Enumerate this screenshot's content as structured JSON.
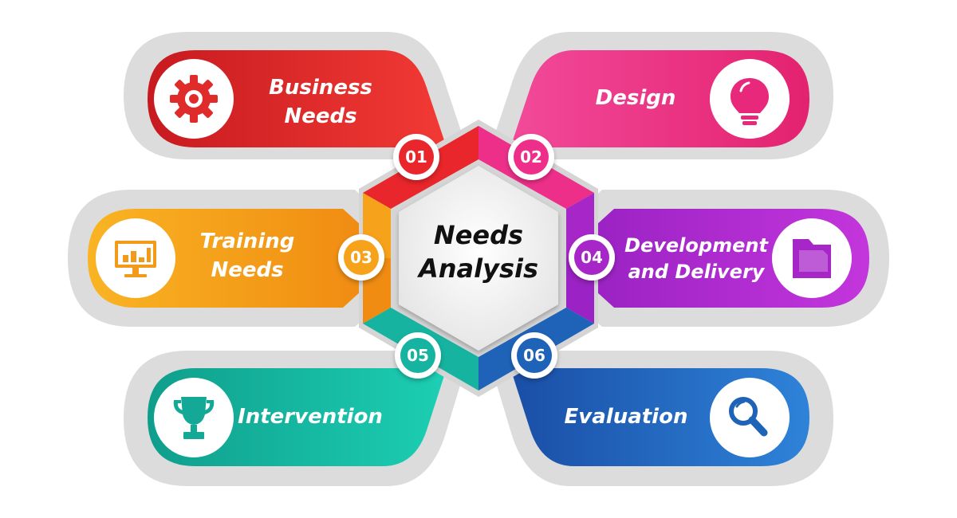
{
  "diagram": {
    "center": {
      "line1": "Needs",
      "line2": "Analysis"
    },
    "steps": [
      {
        "number": "01",
        "line1": "Business",
        "line2": "Needs",
        "icon": "gear-icon",
        "color": "#e8262b"
      },
      {
        "number": "02",
        "line1": "Design",
        "line2": "",
        "icon": "lightbulb-icon",
        "color": "#ee2f8a"
      },
      {
        "number": "03",
        "line1": "Training",
        "line2": "Needs",
        "icon": "monitor-chart-icon",
        "color": "#f7a21b"
      },
      {
        "number": "04",
        "line1": "Development",
        "line2": "and Delivery",
        "icon": "folder-icon",
        "color": "#a726c8"
      },
      {
        "number": "05",
        "line1": "Intervention",
        "line2": "",
        "icon": "trophy-icon",
        "color": "#15b3a0"
      },
      {
        "number": "06",
        "line1": "Evaluation",
        "line2": "",
        "icon": "magnifier-icon",
        "color": "#1e63b8"
      }
    ]
  }
}
